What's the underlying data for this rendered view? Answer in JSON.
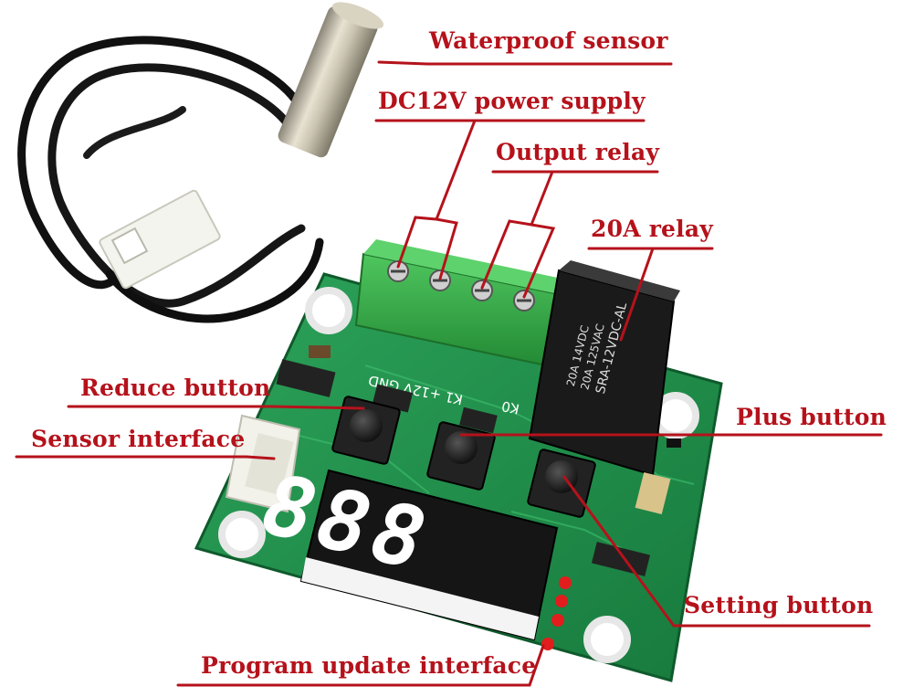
{
  "labels": {
    "waterproof_sensor": "Waterproof sensor",
    "dc12v_power_supply": "DC12V power supply",
    "output_relay": "Output relay",
    "relay_20a": "20A relay",
    "reduce_button": "Reduce button",
    "sensor_interface": "Sensor interface",
    "plus_button": "Plus button",
    "setting_button": "Setting button",
    "program_update_interface": "Program update interface"
  },
  "board_print": {
    "relay_line1": "20A 14VDC",
    "relay_line2": "20A 125VAC",
    "relay_line3": "SRA-12VDC-AL",
    "terminal_text": "K1 +12V GND",
    "k0": "K0",
    "display_digits": "888"
  },
  "colors": {
    "annotation": "#b5121b",
    "pcb": "#1f8a4a",
    "terminal": "#35b04a",
    "relay": "#1a1a1a",
    "display_segment": "#ffffff"
  }
}
